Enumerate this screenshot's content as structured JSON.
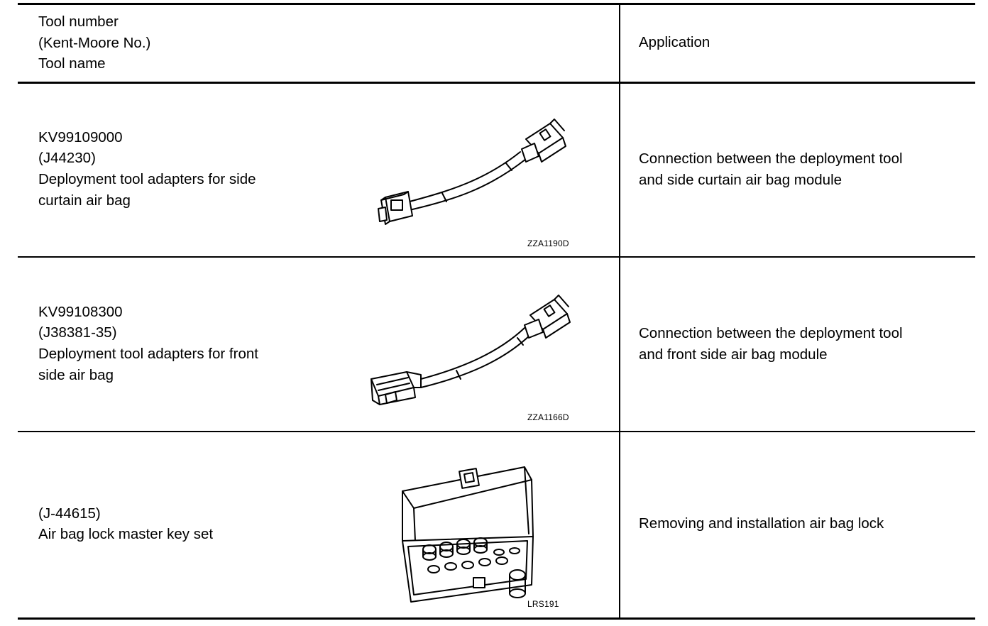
{
  "header": {
    "tool_col": "Tool number\n(Kent-Moore No.)\nTool name",
    "application_col": "Application"
  },
  "rows": [
    {
      "tool_number": "KV99109000",
      "kent_moore": "(J44230)",
      "tool_name": "Deployment tool adapters for side\ncurtain air bag",
      "figure_code": "ZZA1190D",
      "application": "Connection between the deployment tool\nand side curtain air bag module"
    },
    {
      "tool_number": "KV99108300",
      "kent_moore": "(J38381-35)",
      "tool_name": "Deployment tool adapters for front\nside air bag",
      "figure_code": "ZZA1166D",
      "application": "Connection between the deployment tool\nand front side air bag module"
    },
    {
      "kent_moore": "(J-44615)",
      "tool_name": "Air bag lock master key set",
      "figure_code": "LRS191",
      "application": "Removing and installation air bag lock"
    }
  ]
}
